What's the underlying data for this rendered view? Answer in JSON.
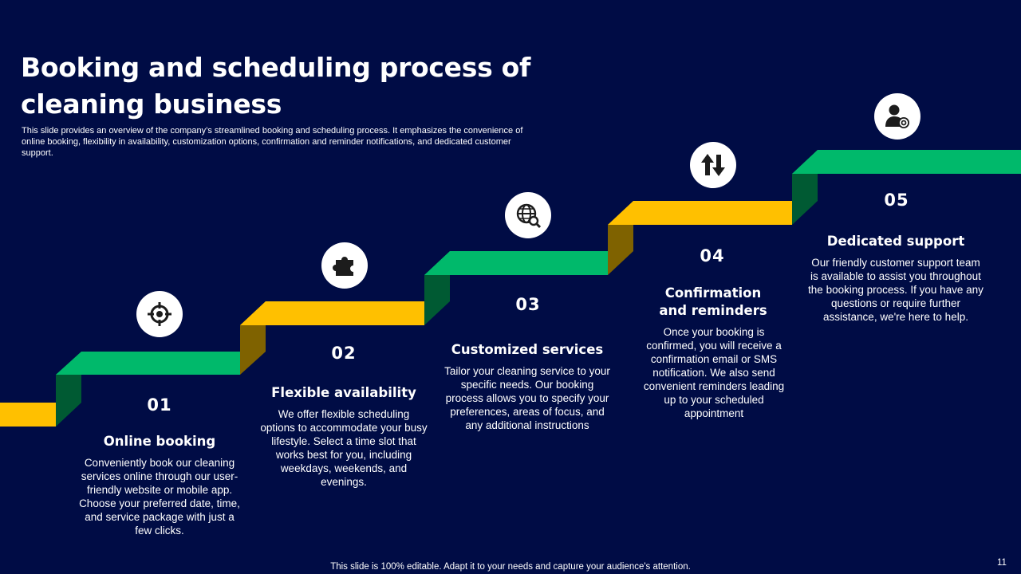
{
  "slide": {
    "title": "Booking and scheduling process of cleaning business",
    "subtitle": "This slide provides an overview of the company’s streamlined booking and scheduling process. It emphasizes the convenience of online booking, flexibility in availability, customization options, confirmation and reminder notifications, and dedicated customer support.",
    "footer": "This slide is 100% editable. Adapt it to your needs and capture your audience's attention.",
    "page_number": "11"
  },
  "colors": {
    "background": "#000c45",
    "green": "#00b96b",
    "green_dark": "#005a33",
    "yellow": "#ffc000",
    "yellow_dark": "#7f6200"
  },
  "steps": [
    {
      "number": "01",
      "heading": "Online booking",
      "description": "Conveniently book our cleaning services online through our user-friendly website or mobile app. Choose your preferred date, time, and service package with just a few clicks.",
      "icon": "target-icon"
    },
    {
      "number": "02",
      "heading": "Flexible availability",
      "description": "We offer flexible scheduling options to accommodate your busy lifestyle. Select a time slot that works best for you, including weekdays, weekends, and evenings.",
      "icon": "puzzle-icon"
    },
    {
      "number": "03",
      "heading": "Customized services",
      "description": "Tailor your cleaning service to your specific needs. Our booking process allows you to specify your preferences, areas of focus, and any additional instructions",
      "icon": "globe-search-icon"
    },
    {
      "number": "04",
      "heading": "Confirmation and reminders",
      "description": "Once your booking is confirmed, you will receive a confirmation email or SMS notification. We also send convenient reminders leading up to your scheduled appointment",
      "icon": "up-down-arrows-icon"
    },
    {
      "number": "05",
      "heading": "Dedicated support",
      "description": "Our friendly customer support team is available to assist you throughout the booking process. If you have any questions or require further assistance, we're here to help.",
      "icon": "user-gear-icon"
    }
  ]
}
